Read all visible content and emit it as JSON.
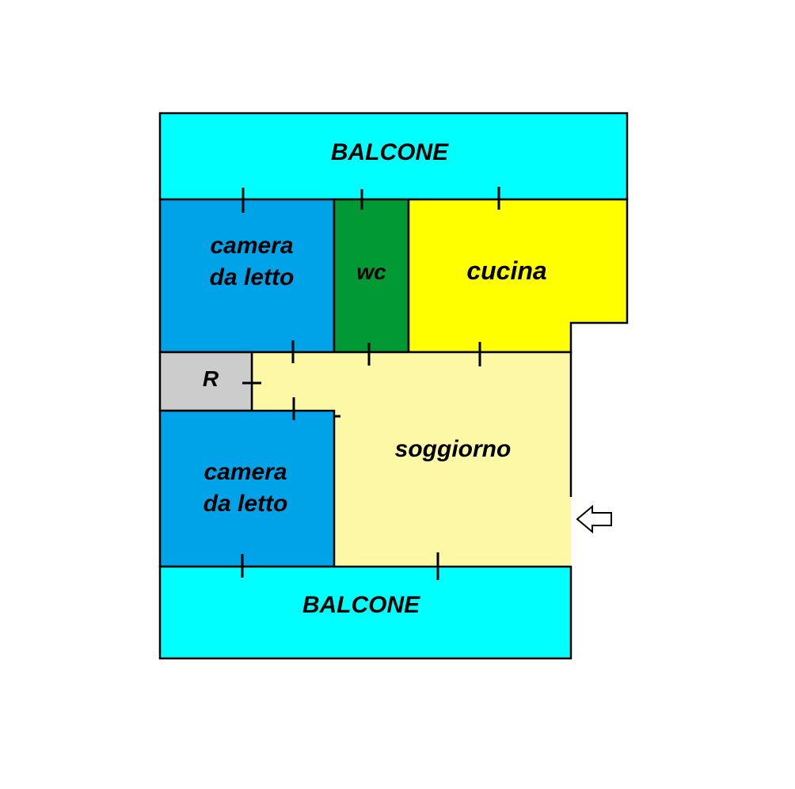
{
  "colors": {
    "balcone": "#00FFFF",
    "camera": "#00A2E8",
    "wc": "#009933",
    "cucina": "#FFFF00",
    "soggiorno": "#FDF8A6",
    "ripostiglio": "#CCCCCC",
    "wall": "#000000",
    "background": "#FFFFFF"
  },
  "rooms": {
    "balcone_top": {
      "label": "BALCONE"
    },
    "camera_top": {
      "line1": "camera",
      "line2": "da letto"
    },
    "wc": {
      "label": "wc"
    },
    "cucina": {
      "label": "cucina"
    },
    "ripostiglio": {
      "label": "R"
    },
    "soggiorno": {
      "label": "soggiorno"
    },
    "camera_bottom": {
      "line1": "camera",
      "line2": "da letto"
    },
    "balcone_bottom": {
      "label": "BALCONE"
    }
  },
  "entrance": {
    "icon": "arrow-left-icon"
  }
}
